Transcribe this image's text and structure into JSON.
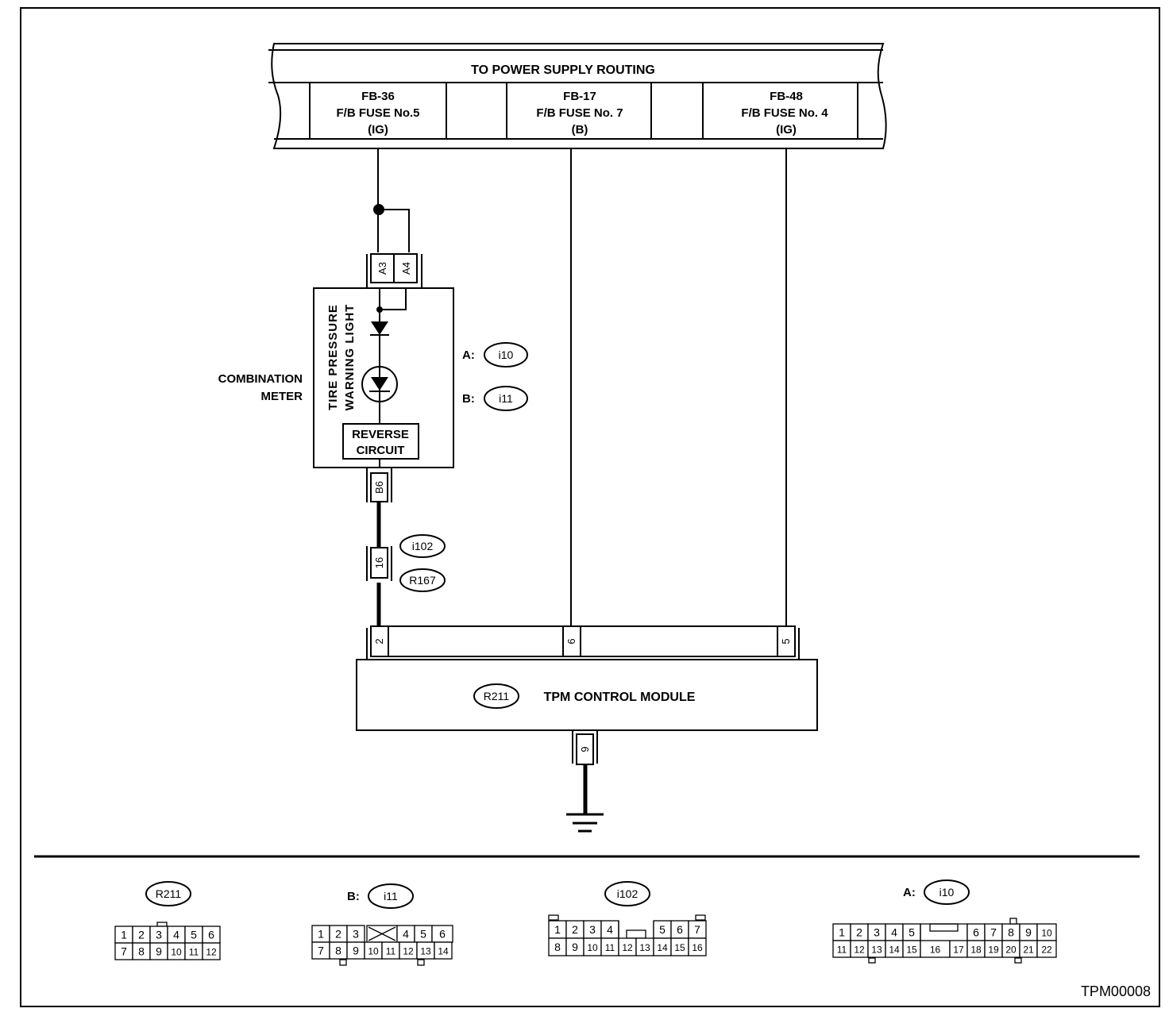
{
  "power_supply": {
    "title": "TO POWER SUPPLY ROUTING",
    "fuses": [
      {
        "id": "FB-36",
        "name": "F/B FUSE No.5",
        "type": "(IG)"
      },
      {
        "id": "FB-17",
        "name": "F/B FUSE No. 7",
        "type": "(B)"
      },
      {
        "id": "FB-48",
        "name": "F/B FUSE No. 4",
        "type": "(IG)"
      }
    ]
  },
  "combination_meter": {
    "label_line1": "COMBINATION",
    "label_line2": "METER",
    "light_line1": "TIRE PRESSURE",
    "light_line2": "WARNING LIGHT",
    "reverse_line1": "REVERSE",
    "reverse_line2": "CIRCUIT",
    "connector_a_prefix": "A:",
    "connector_a": "i10",
    "connector_b_prefix": "B:",
    "connector_b": "i11",
    "pin_a3": "A3",
    "pin_a4": "A4",
    "pin_b6": "B6"
  },
  "joint_connector": {
    "pin": "16",
    "connector_1": "i102",
    "connector_2": "R167"
  },
  "tpm_module": {
    "connector": "R211",
    "label": "TPM CONTROL MODULE",
    "pin_left": "2",
    "pin_mid": "6",
    "pin_right": "5",
    "pin_ground": "9"
  },
  "connector_views": [
    {
      "prefix": "",
      "id": "R211",
      "row1": [
        "1",
        "2",
        "3",
        "4",
        "5",
        "6"
      ],
      "row2": [
        "7",
        "8",
        "9",
        "10",
        "11",
        "12"
      ]
    },
    {
      "prefix": "B:",
      "id": "i11",
      "row1": [
        "1",
        "2",
        "3",
        "",
        "4",
        "5",
        "6"
      ],
      "row2": [
        "7",
        "8",
        "9",
        "10",
        "11",
        "12",
        "13",
        "14"
      ]
    },
    {
      "prefix": "",
      "id": "i102",
      "row1": [
        "1",
        "2",
        "3",
        "4",
        "",
        "5",
        "6",
        "7"
      ],
      "row2": [
        "8",
        "9",
        "10",
        "11",
        "12",
        "13",
        "14",
        "15",
        "16"
      ]
    },
    {
      "prefix": "A:",
      "id": "i10",
      "row1": [
        "1",
        "2",
        "3",
        "4",
        "5",
        "",
        "6",
        "7",
        "8",
        "9",
        "10"
      ],
      "row2": [
        "11",
        "12",
        "13",
        "14",
        "15",
        "16",
        "17",
        "18",
        "19",
        "20",
        "21",
        "22"
      ]
    }
  ],
  "figure_id": "TPM00008"
}
